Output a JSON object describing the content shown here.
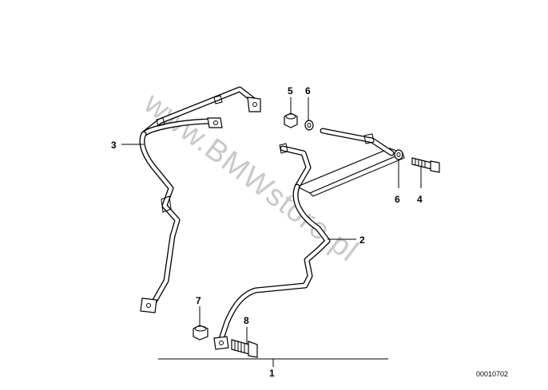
{
  "watermark": "www.BMWstore.pl",
  "diagram_id": "00010702",
  "callouts": {
    "c1": "1",
    "c2": "2",
    "c3": "3",
    "c4": "4",
    "c5": "5",
    "c6a": "6",
    "c6b": "6",
    "c7": "7",
    "c8": "8"
  },
  "icons": {
    "left_frame": "pannier-frame-left-icon",
    "right_frame": "pannier-frame-right-icon",
    "nut": "nut-icon",
    "washer": "washer-icon",
    "bolt": "bolt-icon"
  }
}
